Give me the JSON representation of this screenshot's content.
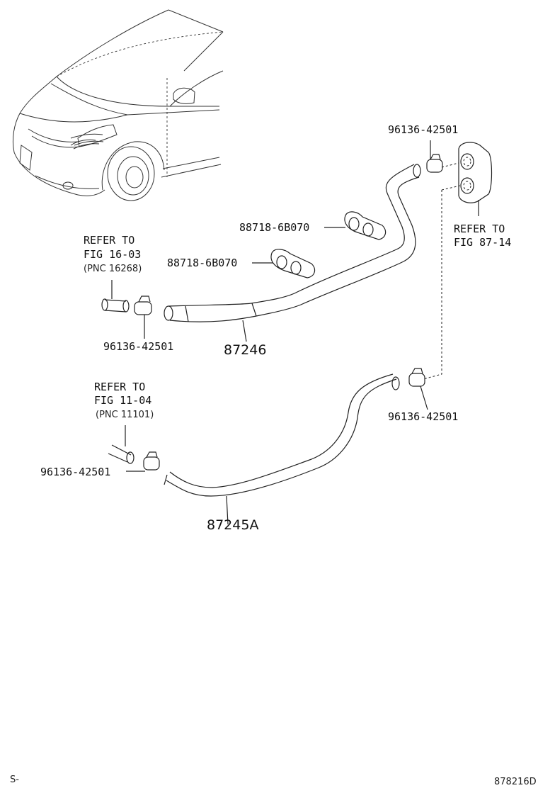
{
  "labels": {
    "clamp_top_right": "96136-42501",
    "refer_top_right_1": "REFER TO",
    "refer_top_right_2": "FIG 87-14",
    "clip_upper": "88718-6B070",
    "clip_lower": "88718-6B070",
    "refer_mid_left_1": "REFER TO",
    "refer_mid_left_2": "FIG 16-03",
    "refer_mid_left_3": "(PNC 16268)",
    "clamp_mid_left": "96136-42501",
    "hose_upper": "87246",
    "refer_low_left_1": "REFER TO",
    "refer_low_left_2": "FIG 11-04",
    "refer_low_left_3": "(PNC 11101)",
    "clamp_low_right": "96136-42501",
    "clamp_low_left": "96136-42501",
    "hose_lower": "87245A",
    "footer_left": "S-",
    "footer_right": "878216D"
  }
}
